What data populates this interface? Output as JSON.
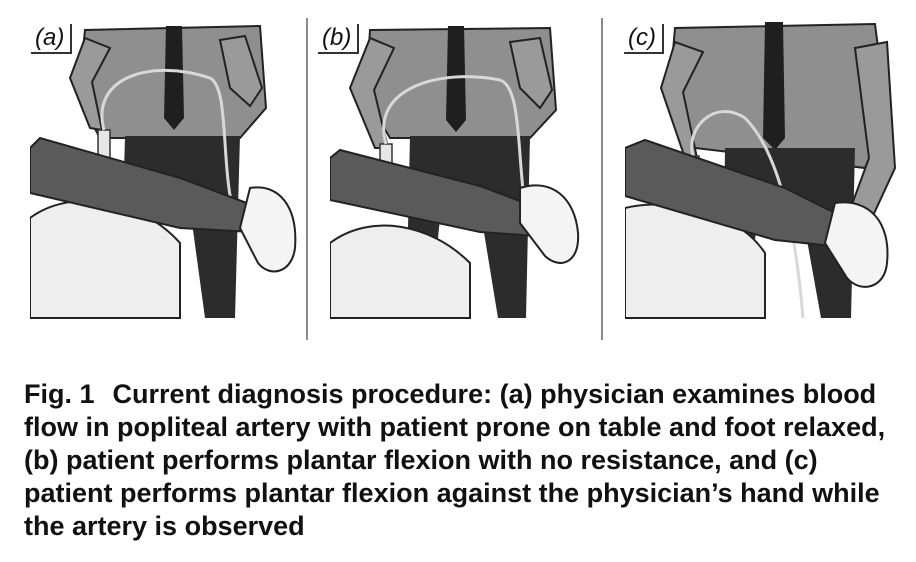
{
  "figure": {
    "panels": [
      {
        "label": "(a)"
      },
      {
        "label": "(b)"
      },
      {
        "label": "(c)"
      }
    ]
  },
  "caption": {
    "number": "Fig. 1",
    "text": "Current diagnosis procedure: (a) physician examines blood flow in popliteal artery with patient prone on table and foot relaxed, (b) patient performs plantar flexion with no resistance, and (c) patient performs plantar flexion against the physician’s hand while the artery is observed"
  }
}
